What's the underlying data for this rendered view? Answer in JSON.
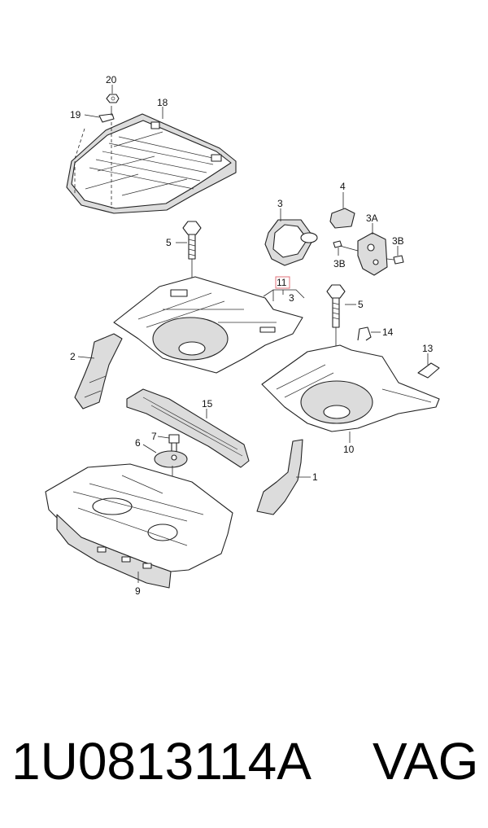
{
  "callouts": {
    "c1": "1",
    "c2": "2",
    "c3a": "3",
    "c3b": "3",
    "c3A": "3A",
    "c3B_left": "3B",
    "c3B_right": "3B",
    "c4": "4",
    "c5a": "5",
    "c5b": "5",
    "c6": "6",
    "c7": "7",
    "c9": "9",
    "c10": "10",
    "c11": "11",
    "c13": "13",
    "c14": "14",
    "c15": "15",
    "c18": "18",
    "c19": "19",
    "c20": "20"
  },
  "highlight_color": "#e0707a",
  "footer": {
    "part_number": "1U0813114A",
    "brand": "VAG"
  }
}
